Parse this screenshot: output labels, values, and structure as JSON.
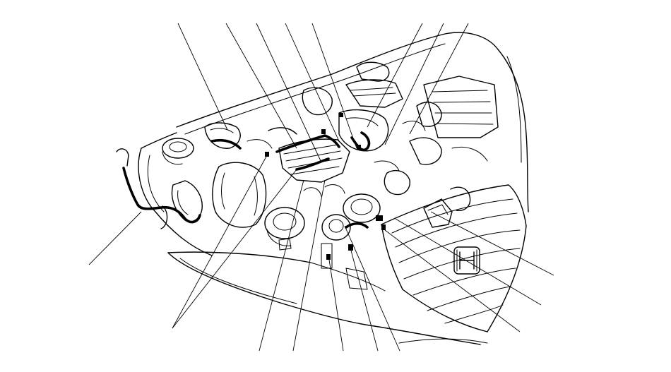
{
  "figure": {
    "subject": "engine-compartment-wire-harness-routing",
    "brand_emblem": "honda-h-logo",
    "callout_count": 17,
    "line_color": "#000000",
    "background_color": "#ffffff"
  }
}
